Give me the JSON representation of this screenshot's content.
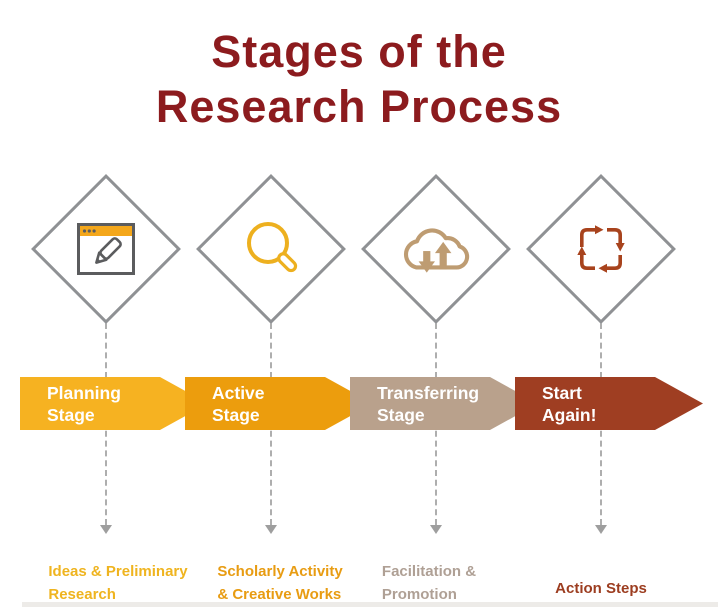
{
  "title": {
    "line1": "Stages of the",
    "line2": "Research Process",
    "color": "#8c1b1e"
  },
  "columns": [
    {
      "icon": "browser-edit-icon",
      "banner": {
        "line1": "Planning",
        "line2": "Stage",
        "color": "#f6b221"
      },
      "label": {
        "line1": "Ideas & Preliminary",
        "line2": "Research",
        "color": "#efb41f"
      }
    },
    {
      "icon": "search-icon",
      "banner": {
        "line1": "Active",
        "line2": "Stage",
        "color": "#ec9d0d"
      },
      "label": {
        "line1": "Scholarly Activity",
        "line2": "& Creative Works",
        "color": "#e89c12"
      }
    },
    {
      "icon": "cloud-transfer-icon",
      "banner": {
        "line1": "Transferring",
        "line2": "Stage",
        "color": "#b9a18c"
      },
      "label": {
        "line1": "Facilitation &",
        "line2": "Promotion",
        "color": "#afa095"
      }
    },
    {
      "icon": "cycle-icon",
      "banner": {
        "line1": "Start",
        "line2": "Again!",
        "color": "#9f3e22"
      },
      "label": {
        "line1": "Action Steps",
        "line2": "",
        "color": "#9c3d20"
      }
    }
  ],
  "icon_colors": {
    "diamond_border": "#8f9194",
    "connector_gray": "#9e9e9e",
    "browser_outline": "#5b5c5e",
    "browser_bar": "#f4a71b",
    "magnifier_gold": "#edb01f",
    "cloud_tan": "#be9c72",
    "cycle_rust": "#a8431d"
  }
}
